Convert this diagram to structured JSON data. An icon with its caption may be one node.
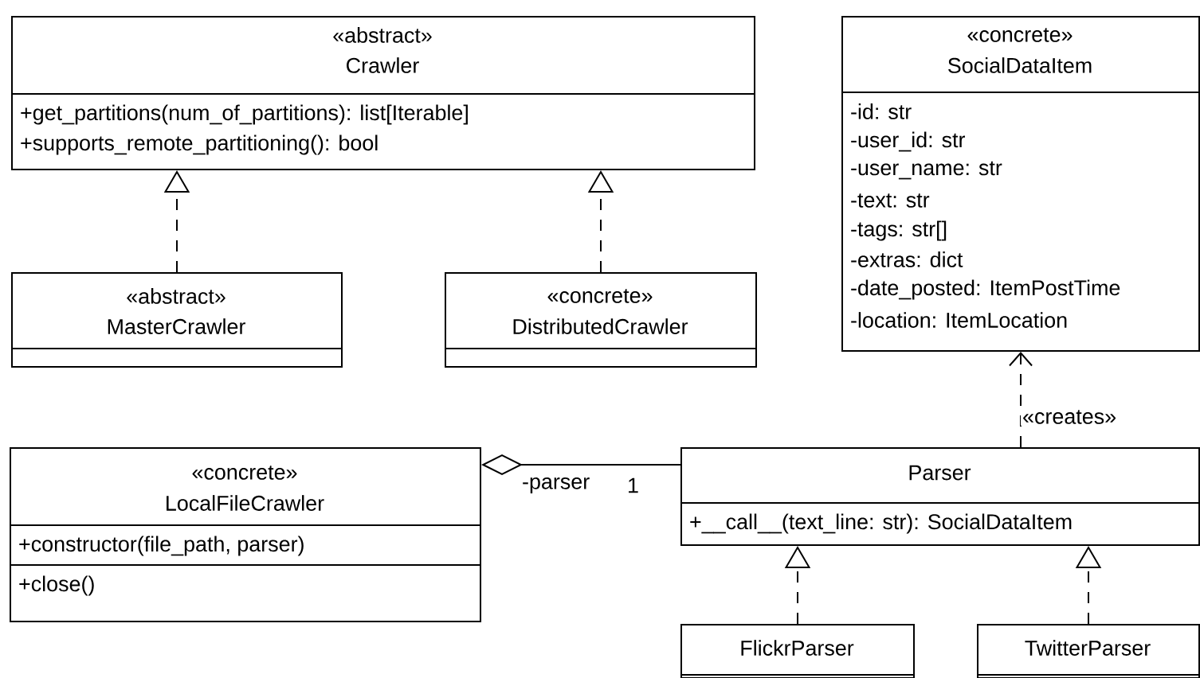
{
  "diagram": {
    "nodes": [
      {
        "text": [
          "«abstract»",
          "Crawler",
          "+get_partitions(num_of_partitions): list[Iterable]",
          "+supports_remote_partitioning(): bool"
        ]
      },
      {
        "text": [
          "«concrete»",
          "SocialDataItem",
          "-id: str",
          "-user_id: str",
          "-user_name: str",
          "-text: str",
          "-tags: str[]",
          "-extras: dict",
          "-date_posted: ItemPostTime",
          "-location: ItemLocation"
        ]
      },
      {
        "text": [
          "«abstract»",
          "MasterCrawler"
        ]
      },
      {
        "text": [
          "«concrete»",
          "DistributedCrawler"
        ]
      },
      {
        "text": [
          "«concrete»",
          "LocalFileCrawler",
          "+constructor(file_path, parser)",
          "+close()"
        ]
      },
      {
        "text": [
          "Parser",
          "+__call__(text_line: str): SocialDataItem"
        ]
      },
      {
        "text": [
          "FlickrParser"
        ]
      },
      {
        "text": [
          "TwitterParser"
        ]
      }
    ],
    "edges": [
      {
        "from": 2,
        "to": 0,
        "arrow": "to",
        "style": "dashed"
      },
      {
        "from": 3,
        "to": 0,
        "arrow": "to",
        "style": "dashed"
      },
      {
        "from": 4,
        "to": 5,
        "arrow": "other",
        "label": "-parser"
      },
      {
        "from": 5,
        "to": 1,
        "arrow": "to",
        "style": "dashed",
        "label": "«creates»"
      },
      {
        "from": 6,
        "to": 5,
        "arrow": "to",
        "style": "dashed"
      },
      {
        "from": 7,
        "to": 5,
        "arrow": "to",
        "style": "dashed"
      }
    ],
    "labels": [
      "1"
    ]
  }
}
